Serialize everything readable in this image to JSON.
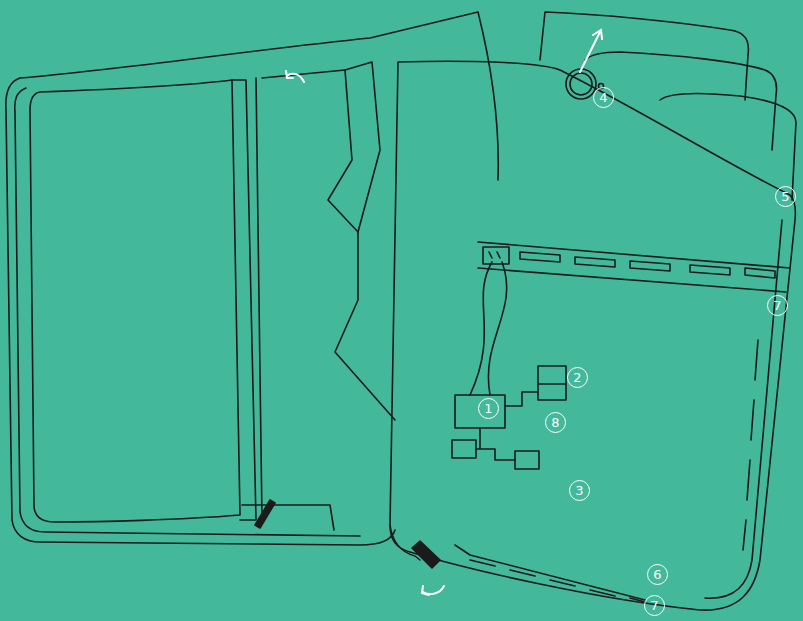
{
  "diagram": {
    "labels": [
      "4",
      "5",
      "7",
      "2",
      "1",
      "8",
      "3",
      "6",
      "7"
    ]
  }
}
